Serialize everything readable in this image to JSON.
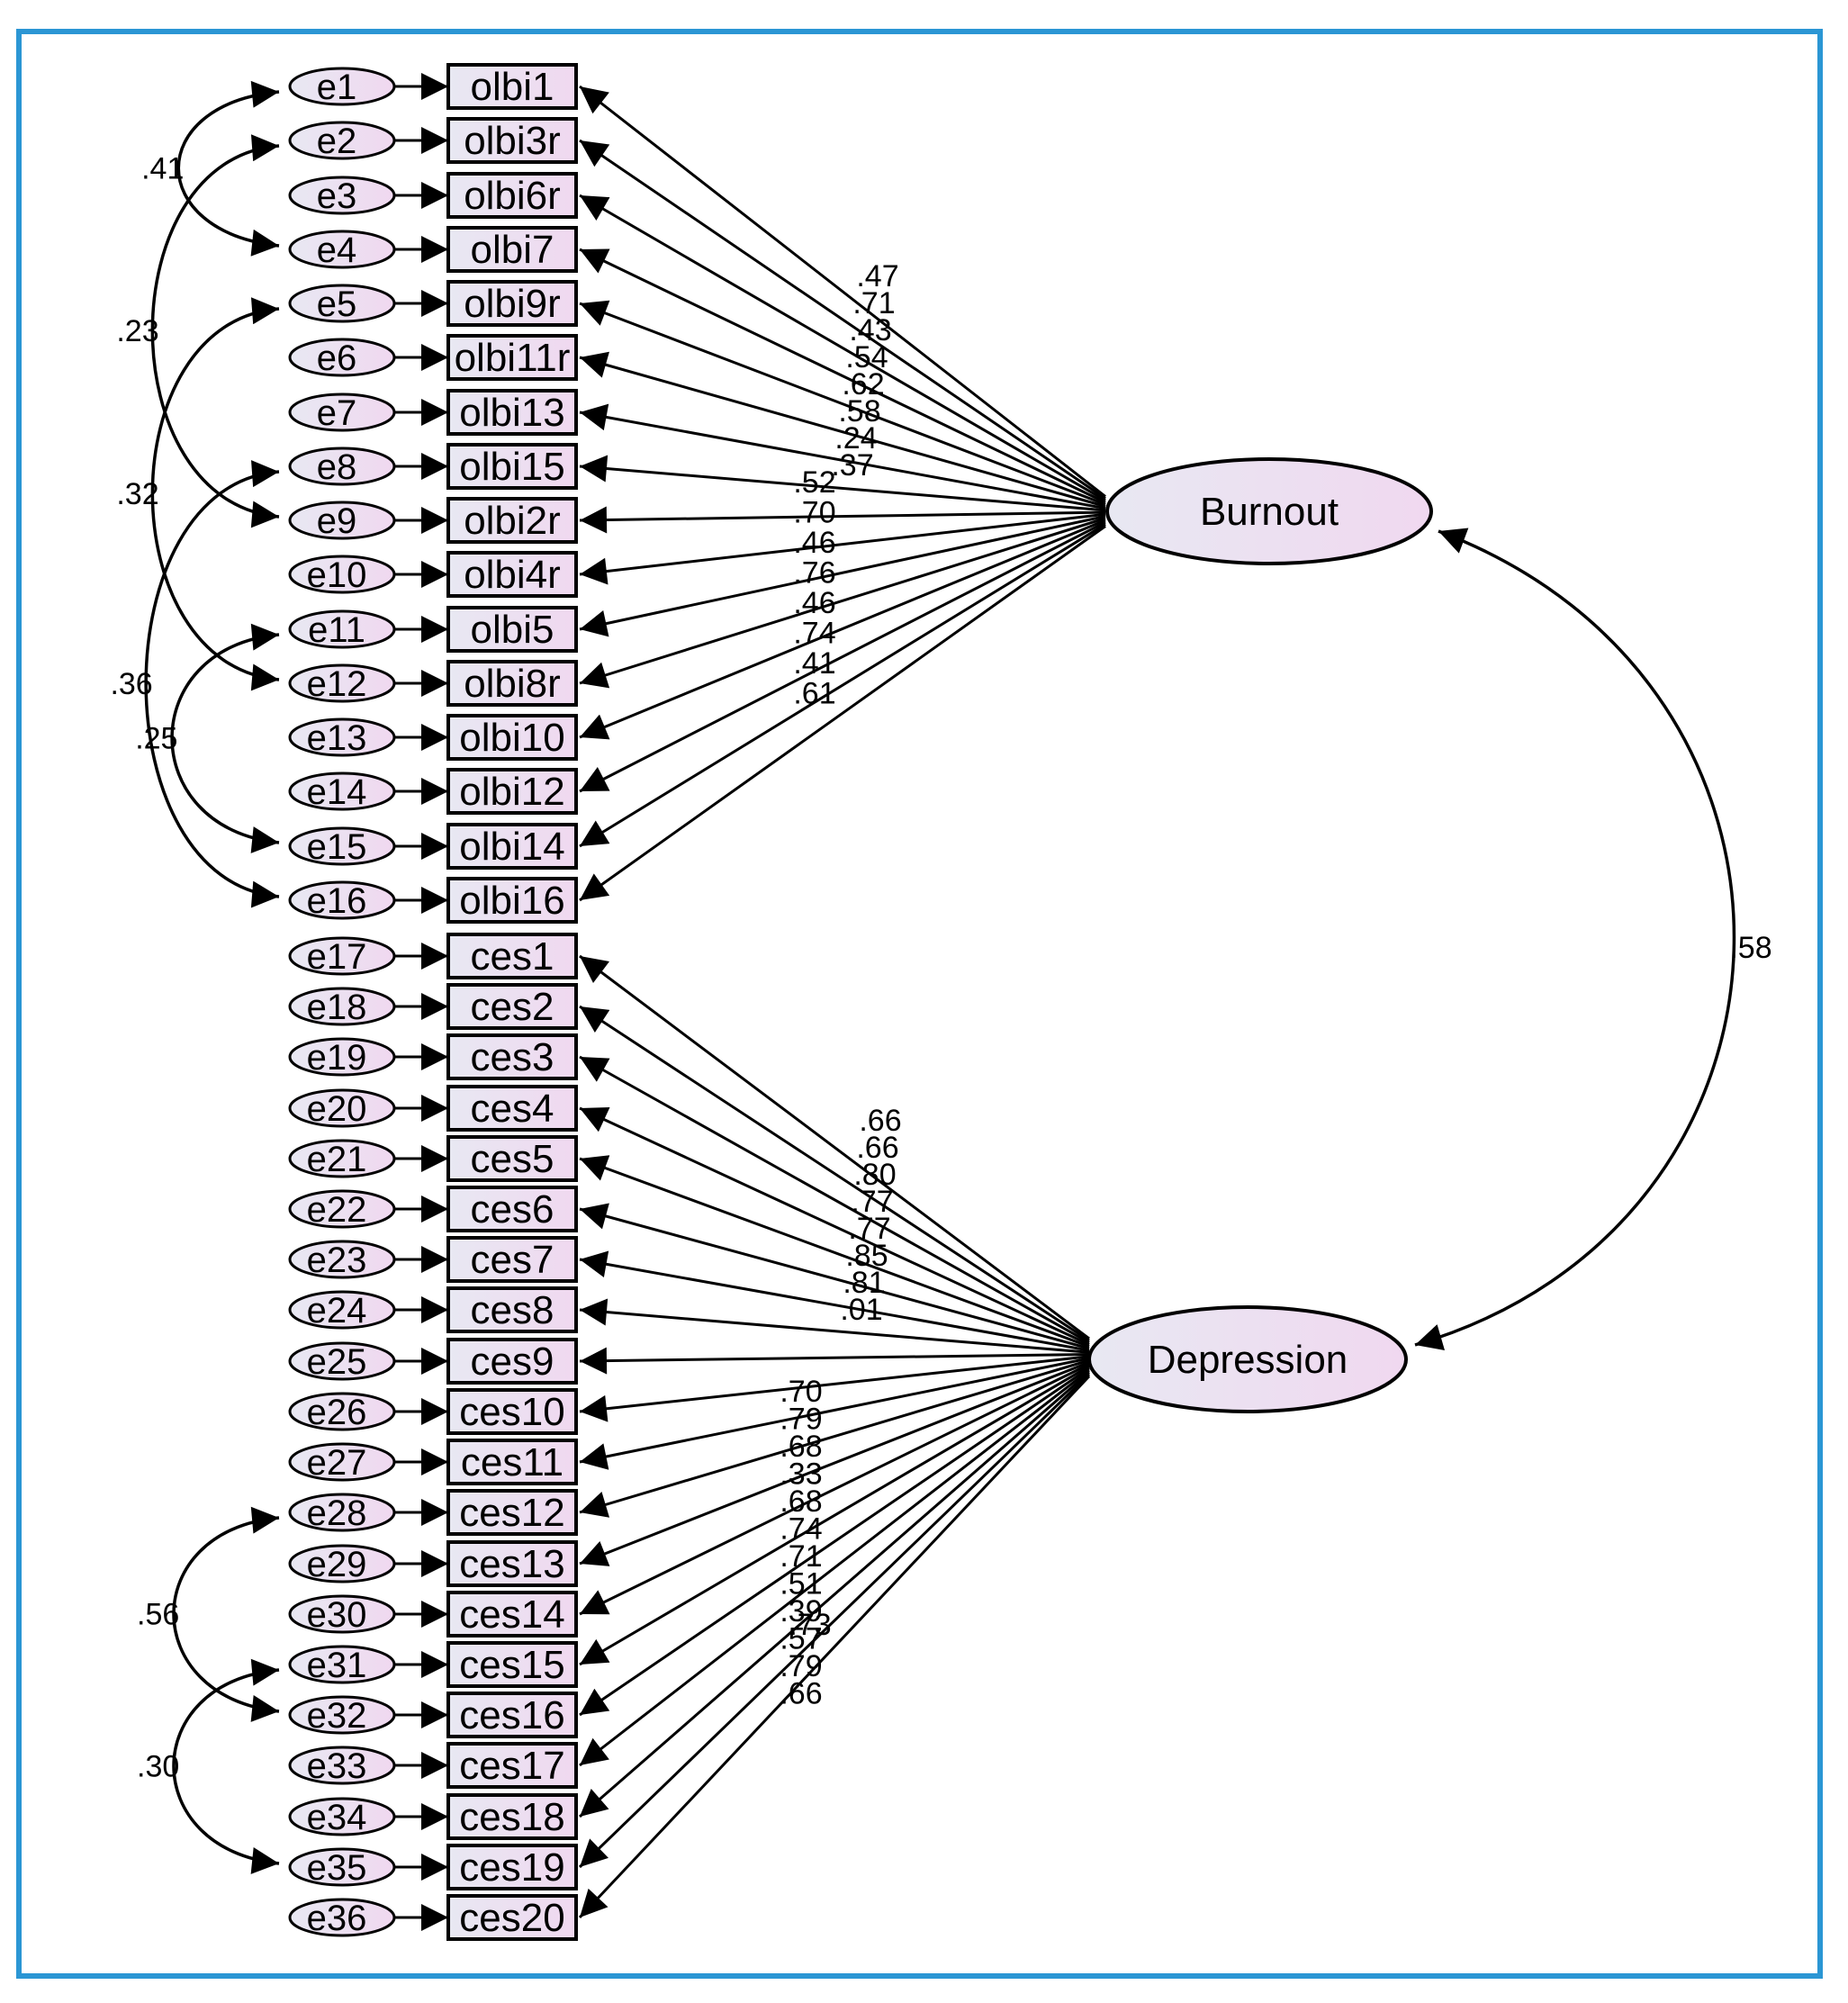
{
  "colors": {
    "frame": "#2b96d4",
    "fill_light": "#e8e8f2",
    "fill_pink": "#f0d8f0",
    "stroke": "#000000"
  },
  "latents": [
    {
      "id": "burnout",
      "label": "Burnout"
    },
    {
      "id": "depression",
      "label": "Depression"
    }
  ],
  "latent_correlation": ".58",
  "indicators": [
    {
      "error": "e1",
      "item": "olbi1",
      "factor": "burnout",
      "loading": ".47"
    },
    {
      "error": "e2",
      "item": "olbi3r",
      "factor": "burnout",
      "loading": ".71"
    },
    {
      "error": "e3",
      "item": "olbi6r",
      "factor": "burnout",
      "loading": ".43"
    },
    {
      "error": "e4",
      "item": "olbi7",
      "factor": "burnout",
      "loading": ".54"
    },
    {
      "error": "e5",
      "item": "olbi9r",
      "factor": "burnout",
      "loading": ".62"
    },
    {
      "error": "e6",
      "item": "olbi11r",
      "factor": "burnout",
      "loading": ".58"
    },
    {
      "error": "e7",
      "item": "olbi13",
      "factor": "burnout",
      "loading": ".24"
    },
    {
      "error": "e8",
      "item": "olbi15",
      "factor": "burnout",
      "loading": ".37"
    },
    {
      "error": "e9",
      "item": "olbi2r",
      "factor": "burnout",
      "loading": ".52"
    },
    {
      "error": "e10",
      "item": "olbi4r",
      "factor": "burnout",
      "loading": ".70"
    },
    {
      "error": "e11",
      "item": "olbi5",
      "factor": "burnout",
      "loading": ".46"
    },
    {
      "error": "e12",
      "item": "olbi8r",
      "factor": "burnout",
      "loading": ".76"
    },
    {
      "error": "e13",
      "item": "olbi10",
      "factor": "burnout",
      "loading": ".46"
    },
    {
      "error": "e14",
      "item": "olbi12",
      "factor": "burnout",
      "loading": ".74"
    },
    {
      "error": "e15",
      "item": "olbi14",
      "factor": "burnout",
      "loading": ".41"
    },
    {
      "error": "e16",
      "item": "olbi16",
      "factor": "burnout",
      "loading": ".61"
    },
    {
      "error": "e17",
      "item": "ces1",
      "factor": "depression",
      "loading": ".66"
    },
    {
      "error": "e18",
      "item": "ces2",
      "factor": "depression",
      "loading": ".66"
    },
    {
      "error": "e19",
      "item": "ces3",
      "factor": "depression",
      "loading": ".80"
    },
    {
      "error": "e20",
      "item": "ces4",
      "factor": "depression",
      "loading": ".77"
    },
    {
      "error": "e21",
      "item": "ces5",
      "factor": "depression",
      "loading": ".77"
    },
    {
      "error": "e22",
      "item": "ces6",
      "factor": "depression",
      "loading": ".85"
    },
    {
      "error": "e23",
      "item": "ces7",
      "factor": "depression",
      "loading": ".81"
    },
    {
      "error": "e24",
      "item": "ces8",
      "factor": "depression",
      "loading": ".01"
    },
    {
      "error": "e25",
      "item": "ces9",
      "factor": "depression",
      "loading": ".70"
    },
    {
      "error": "e26",
      "item": "ces10",
      "factor": "depression",
      "loading": ".79"
    },
    {
      "error": "e27",
      "item": "ces11",
      "factor": "depression",
      "loading": ".68"
    },
    {
      "error": "e28",
      "item": "ces12",
      "factor": "depression",
      "loading": ".33"
    },
    {
      "error": "e29",
      "item": "ces13",
      "factor": "depression",
      "loading": ".68"
    },
    {
      "error": "e30",
      "item": "ces14",
      "factor": "depression",
      "loading": ".74"
    },
    {
      "error": "e31",
      "item": "ces15",
      "factor": "depression",
      "loading": ".71"
    },
    {
      "error": "e32",
      "item": "ces16",
      "factor": "depression",
      "loading": ".51"
    },
    {
      "error": "e33",
      "item": "ces17",
      "factor": "depression",
      "loading": ".39"
    },
    {
      "error": "e34",
      "item": "ces18",
      "factor": "depression",
      "loading": ".57"
    },
    {
      "error": "e35",
      "item": "ces19",
      "factor": "depression",
      "loading": ".79"
    },
    {
      "error": "e36",
      "item": "ces20",
      "factor": "depression",
      "loading": ".66"
    }
  ],
  "extra_loading_label": ".73",
  "error_covariances": [
    {
      "from": "e1",
      "to": "e4",
      "value": ".41"
    },
    {
      "from": "e2",
      "to": "e9",
      "value": ".23"
    },
    {
      "from": "e5",
      "to": "e12",
      "value": ".32"
    },
    {
      "from": "e8",
      "to": "e16",
      "value": ".36"
    },
    {
      "from": "e11",
      "to": "e15",
      "value": ".25"
    },
    {
      "from": "e28",
      "to": "e32",
      "value": ".56"
    },
    {
      "from": "e31",
      "to": "e35",
      "value": ".30"
    }
  ]
}
